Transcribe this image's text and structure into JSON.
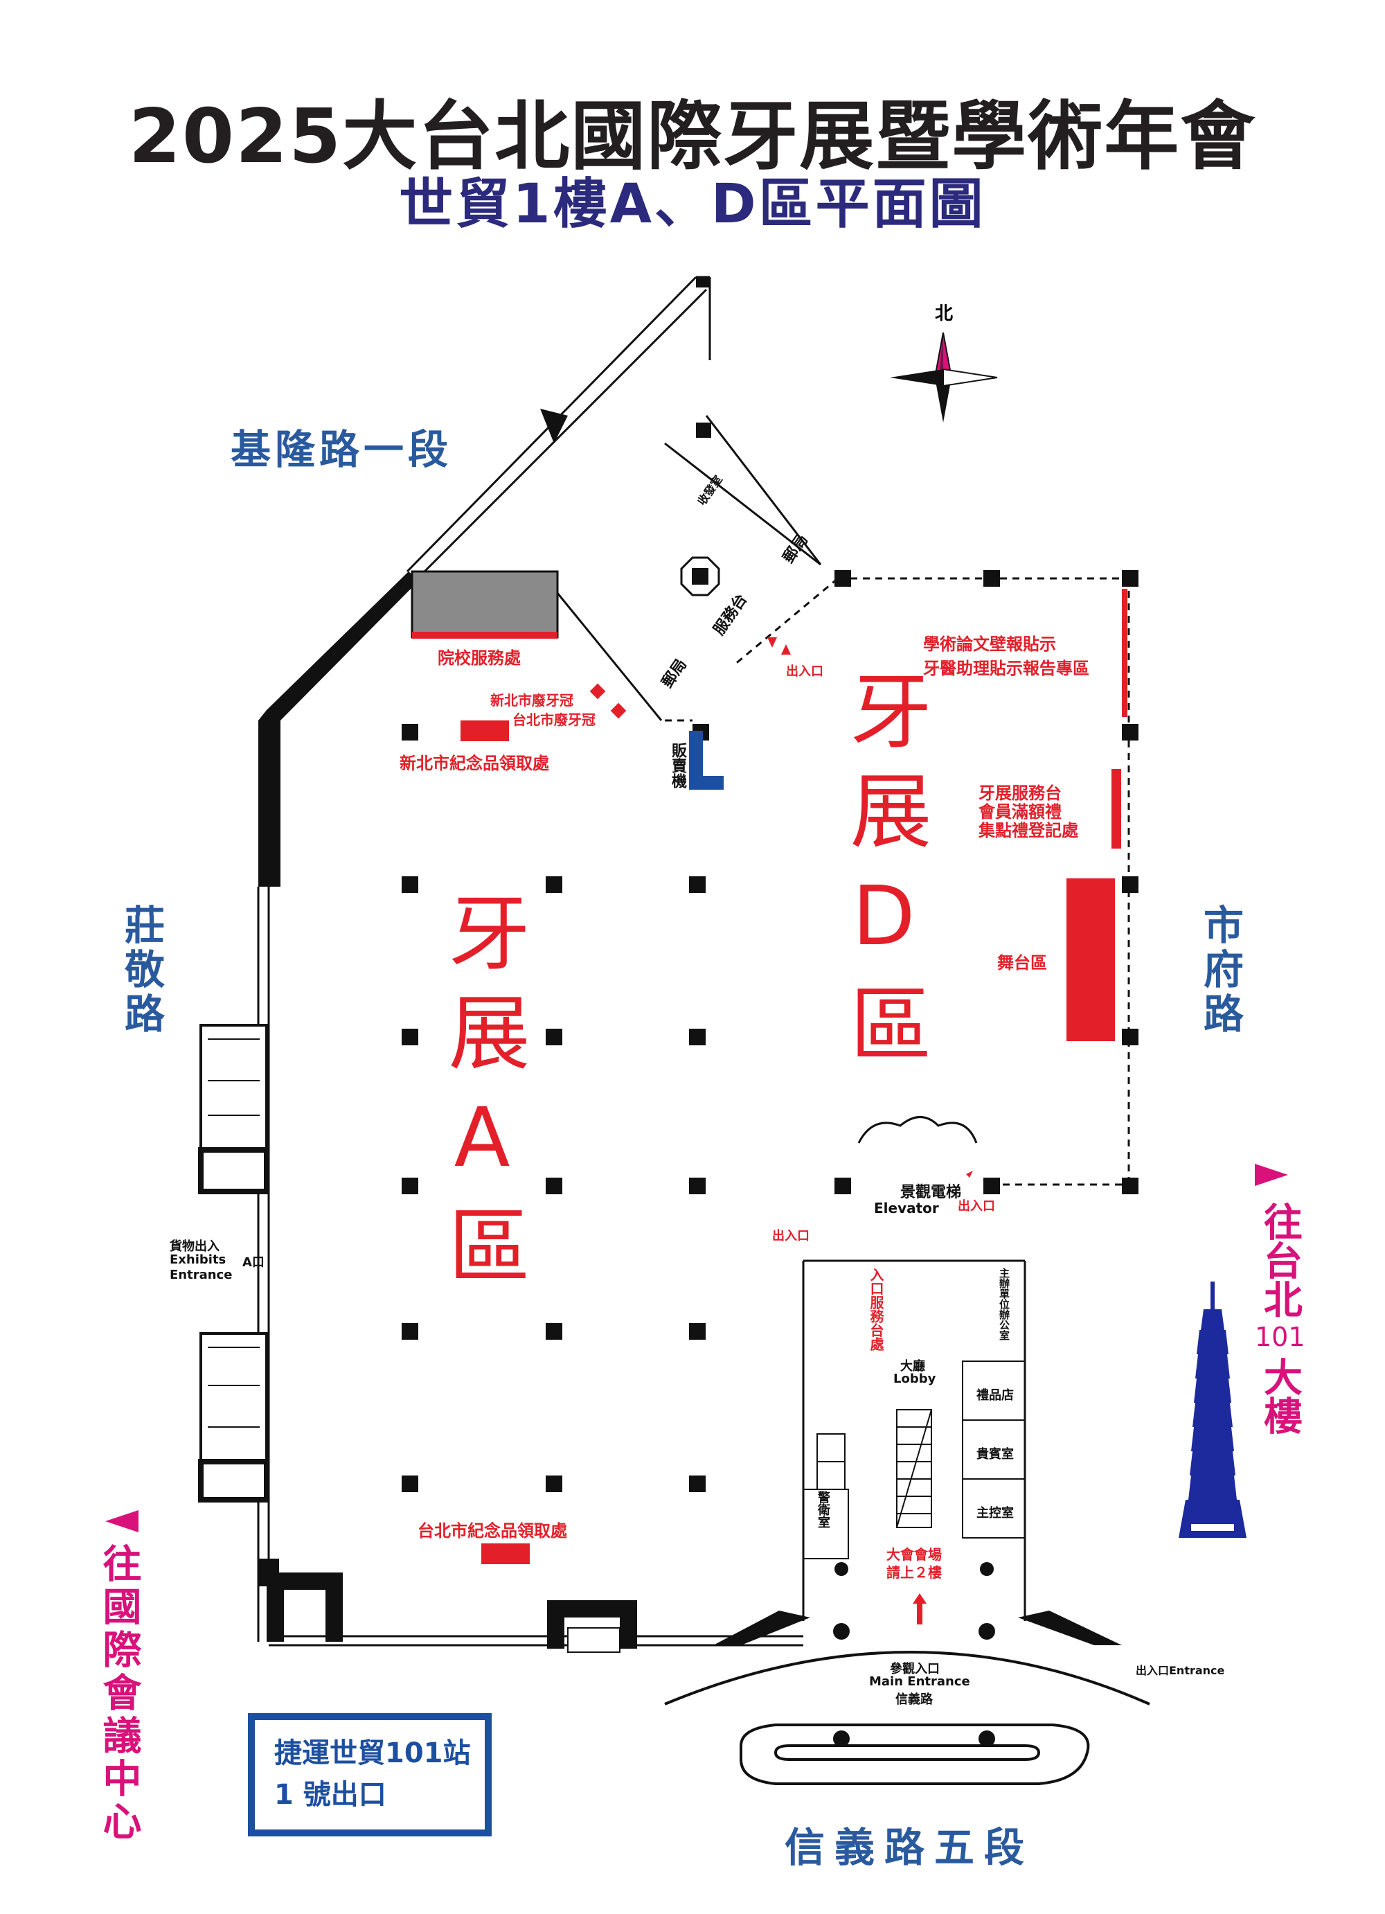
{
  "title": "2025大台北國際牙展暨學術年會",
  "subtitle": "世貿1樓A、D區平面圖",
  "compass": {
    "north_label": "北"
  },
  "roads": {
    "keelung": "基隆路一段",
    "zhuangjing": "莊敬路",
    "shifu": "市府路",
    "xinyi": "信義路五段"
  },
  "zones": {
    "a": "牙展A區",
    "d": "牙展D區"
  },
  "labels": {
    "school_service": "院校服務處",
    "ntpc_crown": "新北市廢牙冠",
    "tpe_crown": "台北市廢牙冠",
    "ntpc_souvenir": "新北市紀念品領取處",
    "tpe_souvenir": "台北市紀念品領取處",
    "vending": "販賣機",
    "service_desk": "服務台",
    "post_office_1": "郵局",
    "post_office_2": "郵局",
    "post_room": "收發室",
    "entrance_exit_1": "出入口",
    "entrance_exit_2": "出入口",
    "entrance_exit_3": "出入口",
    "poster_1": "學術論文壁報貼示",
    "poster_2": "牙醫助理貼示報告專區",
    "expo_desk_1": "牙展服務台",
    "expo_desk_2": "會員滿額禮",
    "expo_desk_3": "集點禮登記處",
    "stage": "舞台區",
    "elevator_zh": "景觀電梯",
    "elevator_en": "Elevator",
    "cargo_zh": "貨物出入",
    "cargo_en_1": "Exhibits",
    "cargo_en_2": "Entrance",
    "cargo_a": "A口",
    "entry_service": "入口服務台處",
    "organizer": "主辦單位辦公室",
    "lobby_zh": "大廳",
    "lobby_en": "Lobby",
    "gift_shop": "禮品店",
    "vip_room": "貴賓室",
    "control_room": "主控室",
    "guard_room": "警衛室",
    "hall_upstairs_1": "大會會場",
    "hall_upstairs_2": "請上２樓",
    "main_entrance_zh": "參觀入口",
    "main_entrance_en": "Main Entrance",
    "xinyi_road_small": "信義路",
    "entrance_right": "出入口Entrance"
  },
  "directions": {
    "to_101": "往台北101大樓",
    "to_101_a": "往台北",
    "to_101_b": "101",
    "to_101_c": "大樓",
    "to_ticc": "往國際會議中心"
  },
  "mrt": {
    "line1": "捷運世貿101站",
    "line2": "1 號出口"
  },
  "colors": {
    "booth_red": "#e3202a",
    "road_blue": "#2a5a9e",
    "title_blue": "#2b2a7c",
    "pink": "#d8127a",
    "vending_blue": "#1d4fa0"
  }
}
